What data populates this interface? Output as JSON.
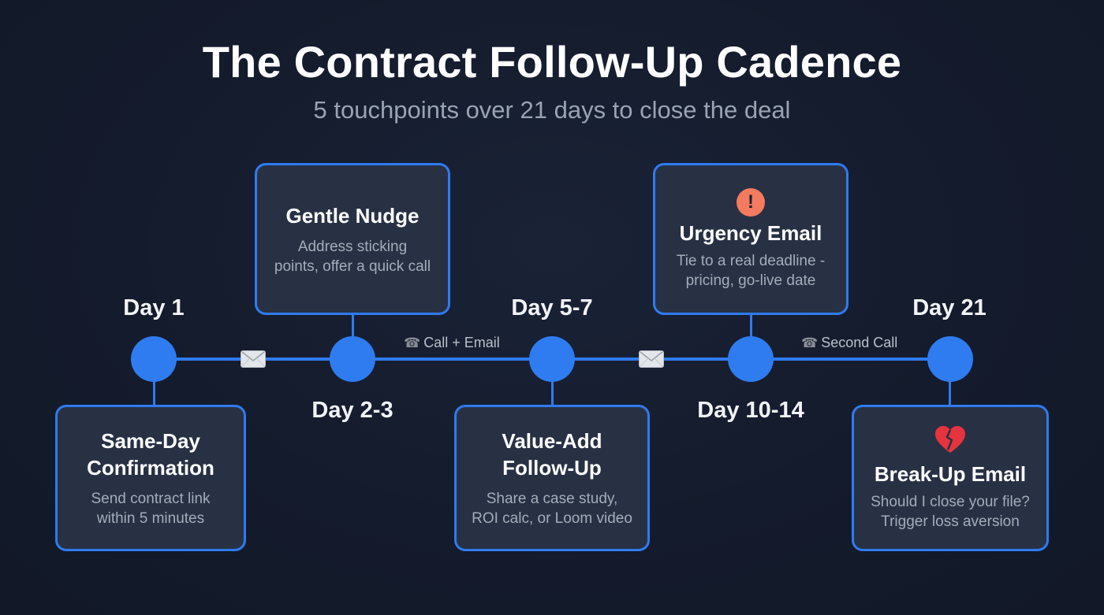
{
  "header": {
    "title": "The Contract Follow-Up Cadence",
    "subtitle": "5 touchpoints over 21 days to close the deal"
  },
  "colors": {
    "background": "#121929",
    "accent": "#2f7bef",
    "card_bg": "#283144",
    "alert": "#f47a60",
    "heart": "#e5343f"
  },
  "timeline": {
    "steps": [
      {
        "day": "Day 1",
        "title": "Same-Day Confirmation",
        "title_lines": [
          "Same-Day",
          "Confirmation"
        ],
        "desc_lines": [
          "Send contract link",
          "within 5 minutes"
        ],
        "icon": ""
      },
      {
        "day": "Day 2-3",
        "title": "Gentle Nudge",
        "title_lines": [
          "Gentle Nudge"
        ],
        "desc_lines": [
          "Address sticking",
          "points, offer a quick call"
        ],
        "icon": ""
      },
      {
        "day": "Day 5-7",
        "title": "Value-Add Follow-Up",
        "title_lines": [
          "Value-Add",
          "Follow-Up"
        ],
        "desc_lines": [
          "Share a case study,",
          "ROI calc, or Loom video"
        ],
        "icon": ""
      },
      {
        "day": "Day 10-14",
        "title": "Urgency Email",
        "title_lines": [
          "Urgency Email"
        ],
        "desc_lines": [
          "Tie to a real deadline -",
          "pricing, go-live date"
        ],
        "icon": "alert-icon",
        "icon_glyph": "!"
      },
      {
        "day": "Day 21",
        "title": "Break-Up Email",
        "title_lines": [
          "Break-Up Email"
        ],
        "desc_lines": [
          "Should I close your file?",
          "Trigger loss aversion"
        ],
        "icon": "broken-heart-icon"
      }
    ],
    "channels": [
      {
        "between": "Day 1 - Day 2-3",
        "type": "email",
        "icon": "envelope-icon",
        "label": ""
      },
      {
        "between": "Day 2-3 - Day 5-7",
        "type": "call",
        "icon": "phone-icon",
        "icon_glyph": "☎",
        "label": "Call + Email"
      },
      {
        "between": "Day 5-7 - Day 10-14",
        "type": "email",
        "icon": "envelope-icon",
        "label": ""
      },
      {
        "between": "Day 10-14 - Day 21",
        "type": "call",
        "icon": "phone-icon",
        "icon_glyph": "☎",
        "label": "Second Call"
      }
    ]
  }
}
